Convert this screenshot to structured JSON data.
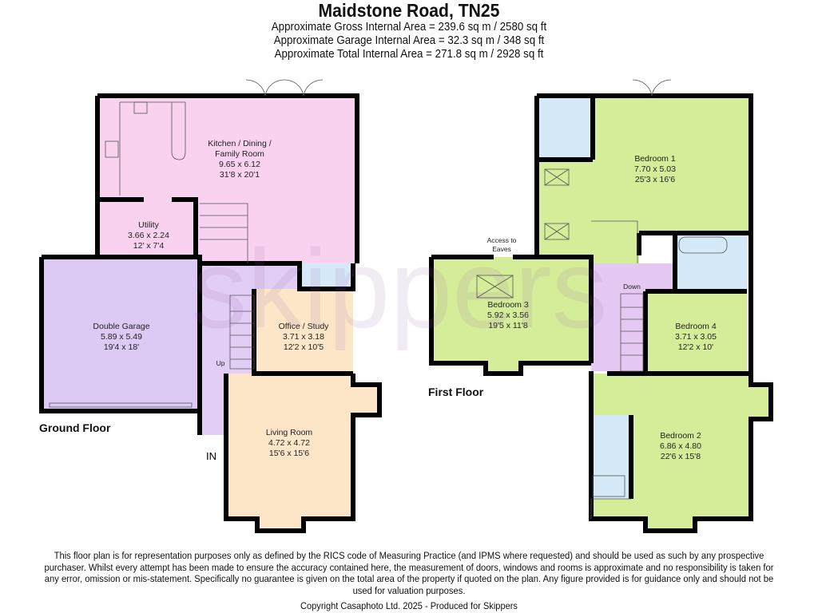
{
  "header": {
    "title": "Maidstone Road, TN25",
    "areas": [
      "Approximate Gross Internal Area = 239.6 sq m / 2580 sq ft",
      "Approximate Garage Internal Area = 32.3 sq m / 348 sq ft",
      "Approximate Total Internal Area = 271.8 sq m / 2928 sq ft"
    ]
  },
  "watermark": "skippers",
  "ground_floor": {
    "label": "Ground Floor",
    "entrance": "IN",
    "stairs_label": "Up",
    "rooms": {
      "kitchen": {
        "name1": "Kitchen / Dining /",
        "name2": "Family Room",
        "metric": "9.65 x 6.12",
        "imperial": "31'8 x 20'1"
      },
      "utility": {
        "name": "Utility",
        "metric": "3.66 x 2.24",
        "imperial": "12' x 7'4"
      },
      "garage": {
        "name": "Double Garage",
        "metric": "5.89 x 5.49",
        "imperial": "19'4 x 18'"
      },
      "office": {
        "name": "Office / Study",
        "metric": "3.71 x 3.18",
        "imperial": "12'2 x 10'5"
      },
      "living": {
        "name": "Living Room",
        "metric": "4.72 x 4.72",
        "imperial": "15'6 x 15'6"
      }
    }
  },
  "first_floor": {
    "label": "First Floor",
    "stairs_label": "Down",
    "eaves1": "Access to",
    "eaves2": "Eaves",
    "rooms": {
      "bedroom1": {
        "name": "Bedroom 1",
        "metric": "7.70 x 5.03",
        "imperial": "25'3 x 16'6"
      },
      "bedroom2": {
        "name": "Bedroom 2",
        "metric": "6.86 x 4.80",
        "imperial": "22'6 x 15'8"
      },
      "bedroom3": {
        "name": "Bedroom 3",
        "metric": "5.92 x 3.56",
        "imperial": "19'5 x 11'8"
      },
      "bedroom4": {
        "name": "Bedroom 4",
        "metric": "3.71 x 3.05",
        "imperial": "12'2 x 10'"
      }
    }
  },
  "colors": {
    "kitchen": "#f8d2ef",
    "garage": "#dccaf5",
    "hall": "#e2cdf5",
    "peach": "#fde6c8",
    "green": "#d5ec98",
    "bath": "#d6e9f8",
    "purple": "#e6c9f3"
  },
  "footer": {
    "disclaimer": "This floor plan is for representation purposes only as defined by the RICS code of Measuring Practice (and IPMS where requested) and should be used as such by any prospective purchaser. Whilst every attempt has been made to ensure the accuracy contained here, the measurement of doors, windows and rooms is approximate and no responsibility is taken for any error, omission or mis-statement. Specifically no guarantee is given on the total area of the property if quoted on the plan. Any figure provided is for guidance only and should not be used for valuation purposes.",
    "copyright": "Copyright Casaphoto Ltd. 2025 - Produced for Skippers"
  }
}
